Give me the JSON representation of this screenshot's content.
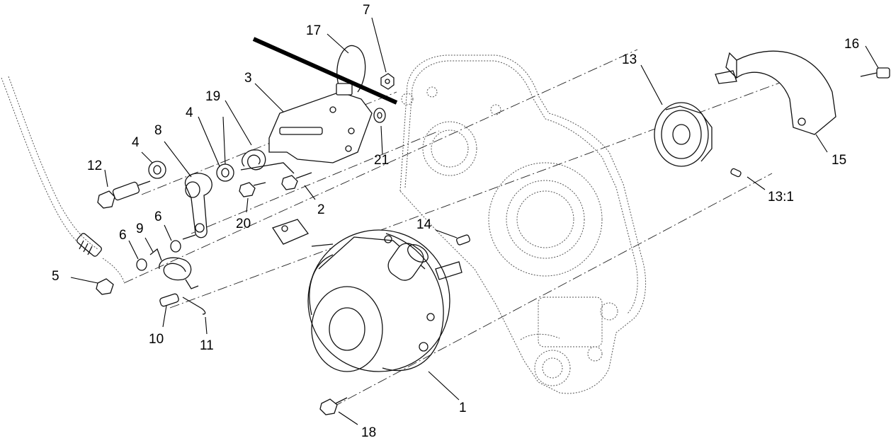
{
  "callouts": {
    "c1": "1",
    "c2": "2",
    "c3": "3",
    "c4a": "4",
    "c4b": "4",
    "c5": "5",
    "c6a": "6",
    "c6b": "6",
    "c7": "7",
    "c8": "8",
    "c9": "9",
    "c10": "10",
    "c11": "11",
    "c12": "12",
    "c13": "13",
    "c13_1": "13:1",
    "c14": "14",
    "c15": "15",
    "c16": "16",
    "c17": "17",
    "c18": "18",
    "c19": "19",
    "c20": "20",
    "c21": "21"
  }
}
